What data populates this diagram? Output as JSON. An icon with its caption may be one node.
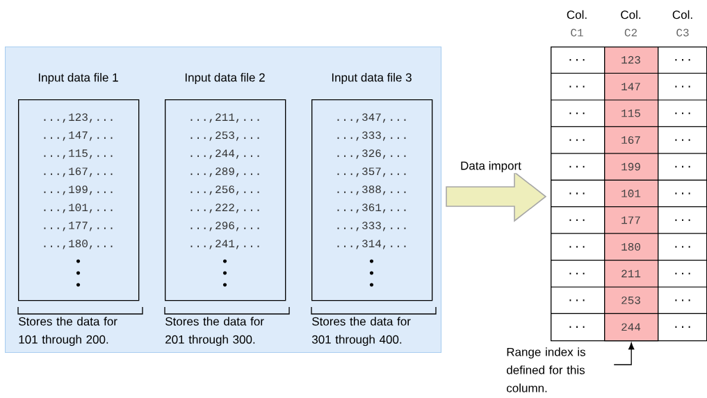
{
  "diagram": {
    "nodes": [
      {
        "text": [],
        "shape": "box"
      },
      {
        "text": [
          "Input data file 1",
          "...,123,...",
          "...,147,...",
          "...,115,...",
          "...,167,...",
          "...,199,...",
          "...,101,...",
          "...,177,...",
          "...,180,..."
        ],
        "in": 0,
        "beside": [
          "Stores the data for 101 through 200."
        ]
      },
      {
        "text": [
          "Input data file 2",
          "...,211,...",
          "...,253,...",
          "...,244,...",
          "...,289,...",
          "...,256,...",
          "...,222,...",
          "...,296,...",
          "...,241,..."
        ],
        "in": 0,
        "beside": [
          "Stores the data for 201 through 300."
        ]
      },
      {
        "text": [
          "Input data file 3",
          "...,347,...",
          "...,333,...",
          "...,326,...",
          "...,357,...",
          "...,388,...",
          "...,361,...",
          "...,333,...",
          "...,314,..."
        ],
        "in": 0,
        "beside": [
          "Stores the data for 301 through 400."
        ]
      },
      {
        "text": [],
        "shape": "box"
      },
      {
        "text": [
          "123",
          "147",
          "115",
          "167",
          "199",
          "101",
          "177",
          "180",
          "211",
          "253",
          "244"
        ],
        "in": 4
      },
      {
        "text": [
          "Range index is defined for this column."
        ]
      }
    ],
    "edges": [
      {
        "from": 0,
        "to": 4,
        "arrow": "to",
        "label": "Data import",
        "style": "thick",
        "color": "#eeeebb"
      },
      {
        "from": 6,
        "to": 5,
        "arrow": "to",
        "color": "#000000"
      }
    ],
    "labels": [
      "Col.",
      "Col.",
      "Col.",
      "C1",
      "C2",
      "C3",
      "...",
      "...",
      "...",
      "...",
      "...",
      "...",
      "...",
      "...",
      "...",
      "...",
      "...",
      "...",
      "...",
      "...",
      "...",
      "...",
      "...",
      "...",
      "...",
      "...",
      "...",
      "..."
    ]
  }
}
